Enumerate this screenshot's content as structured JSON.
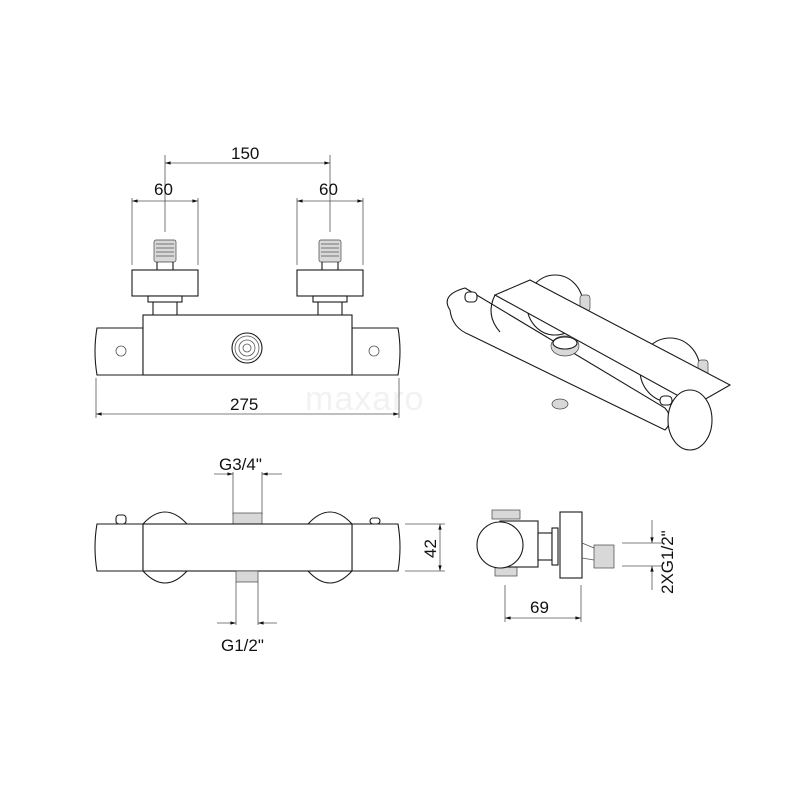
{
  "watermark": "maxaro",
  "front_view": {
    "dim_spacing": "150",
    "dim_left_flange": "60",
    "dim_right_flange": "60",
    "dim_total_width": "275"
  },
  "top_view": {
    "dim_top_connection": "G3/4\"",
    "dim_bottom_connection": "G1/2\"",
    "dim_height": "42"
  },
  "side_view": {
    "dim_depth": "69",
    "dim_inlets": "2XG1/2\""
  },
  "colors": {
    "line": "#1a1a1a",
    "thread": "#d8d8d8",
    "background": "#ffffff"
  }
}
